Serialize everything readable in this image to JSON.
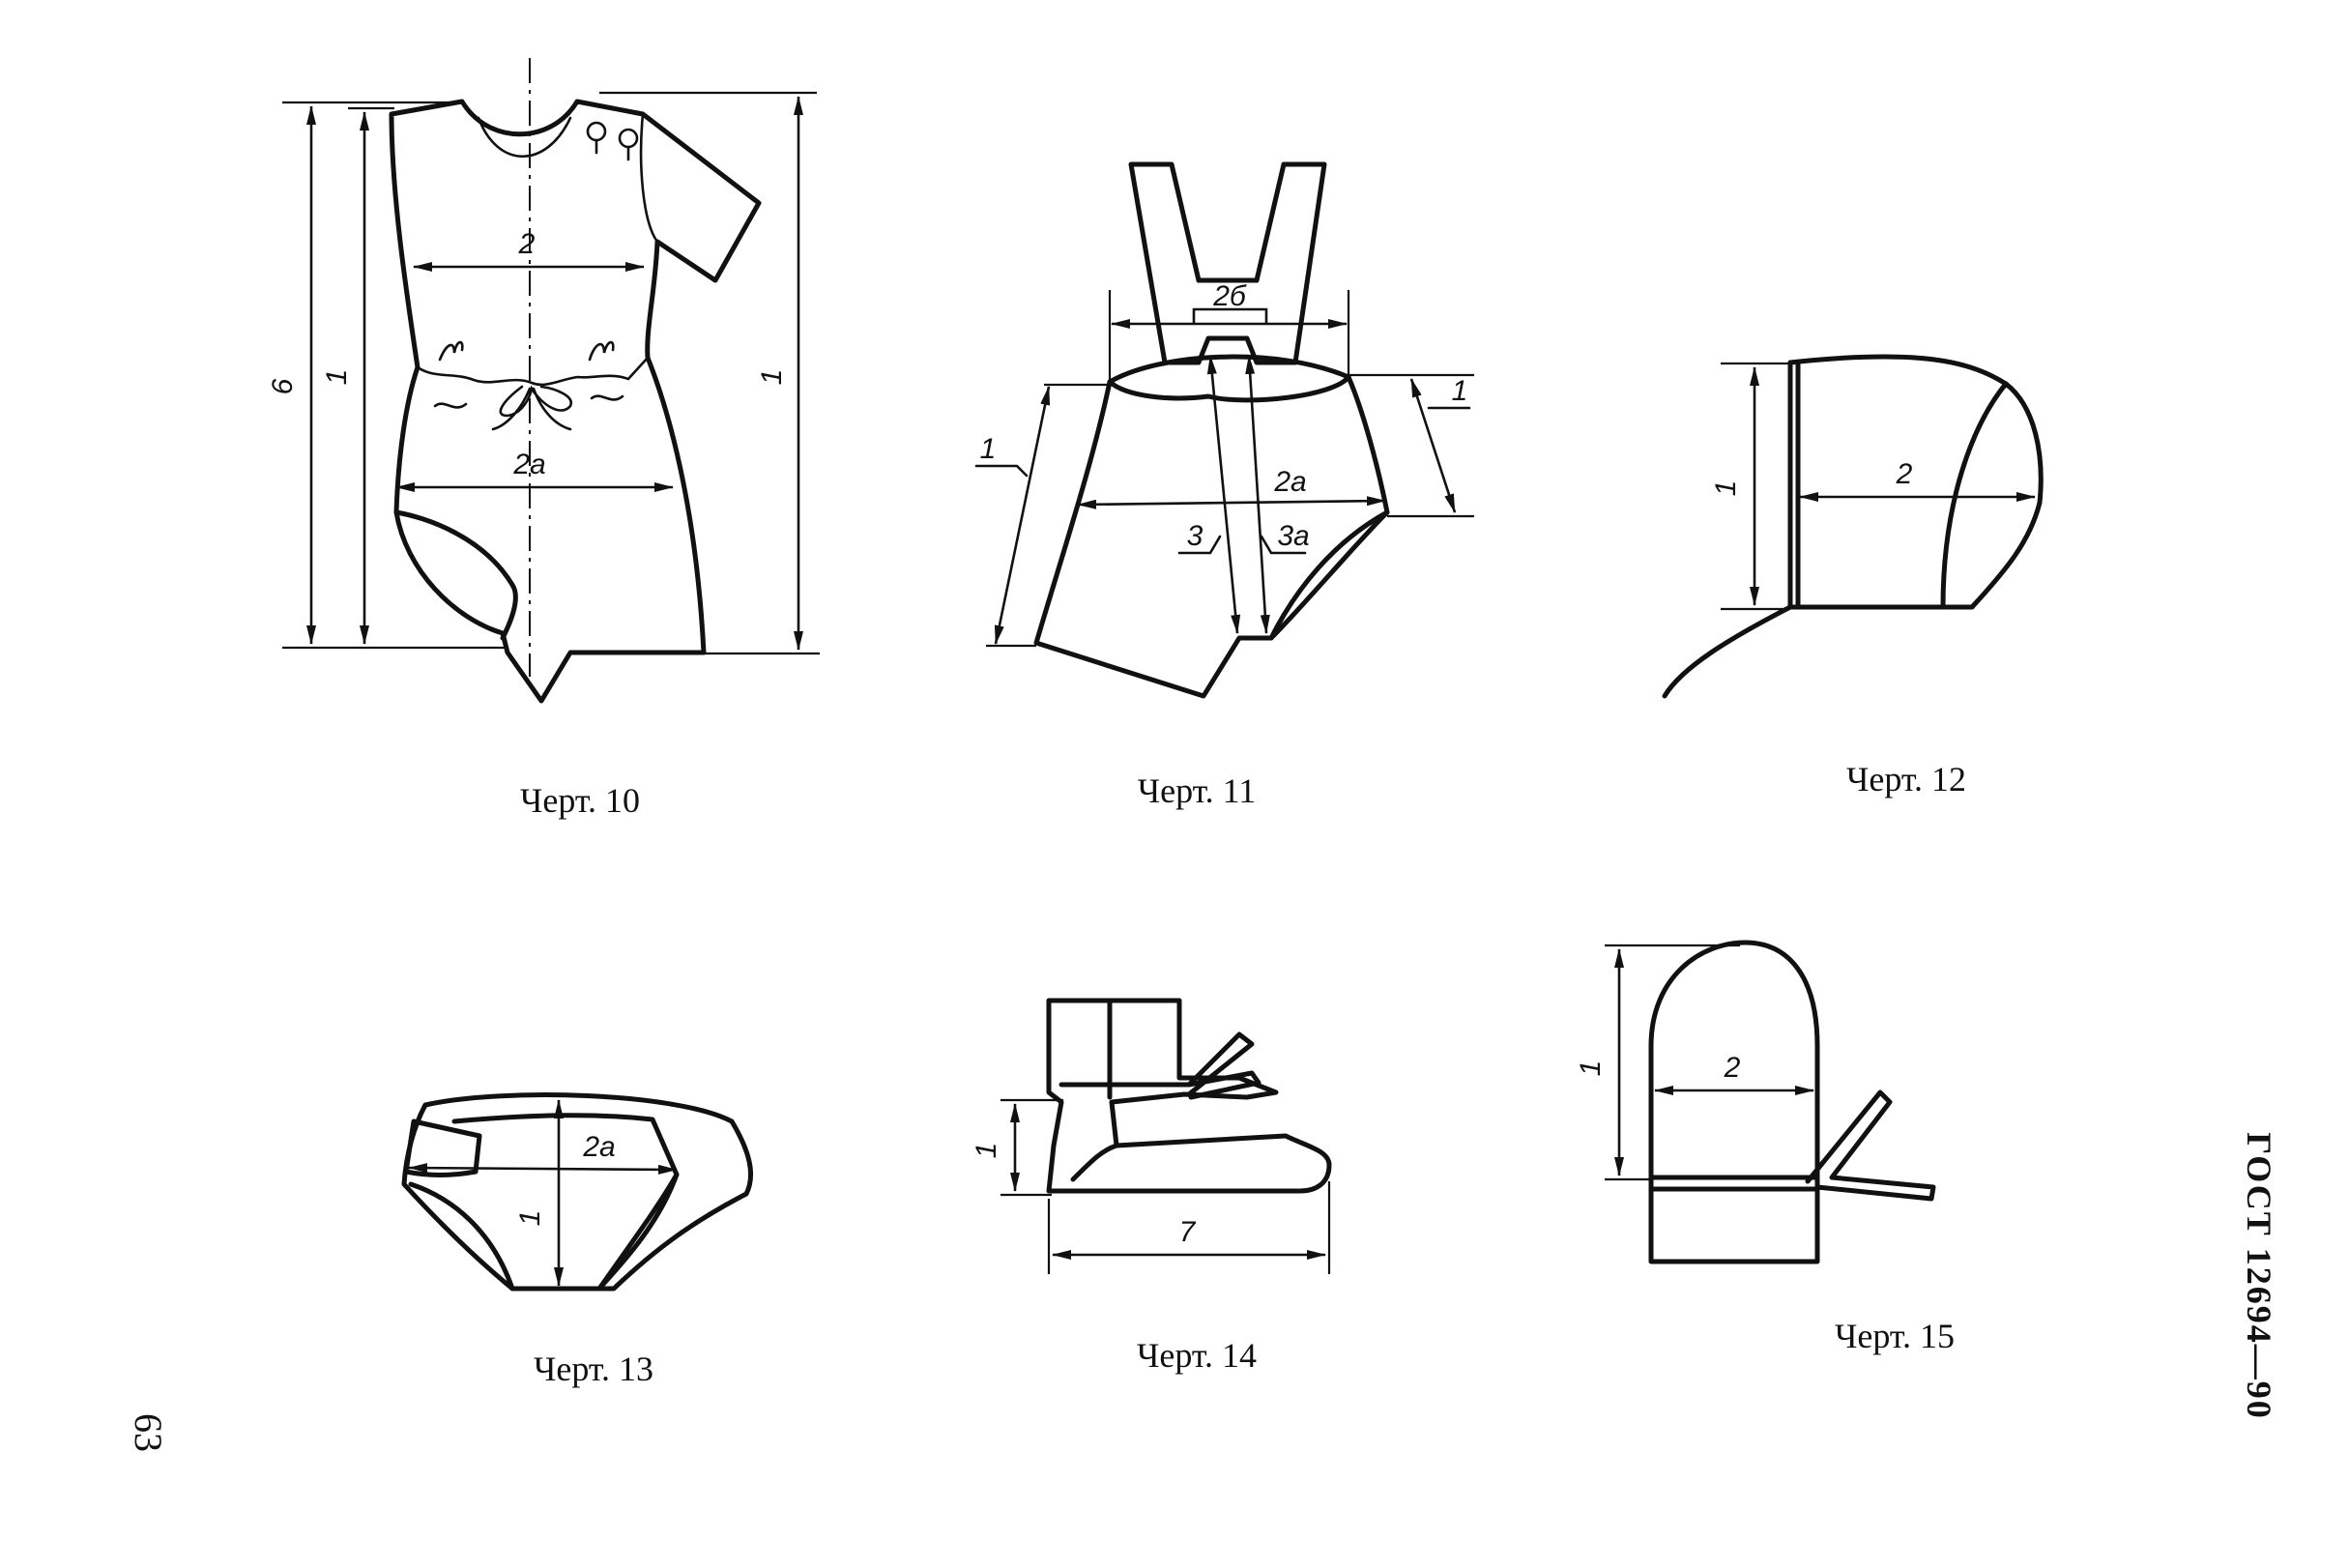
{
  "drawings": {
    "fig10": {
      "caption": "Черт. 10",
      "labels": {
        "d6": "6",
        "d1": "1",
        "d2": "2",
        "d2a": "2а",
        "d1r": "1"
      }
    },
    "fig11": {
      "caption": "Черт. 11",
      "labels": {
        "d2b": "2б",
        "d1l": "1",
        "d1r": "1",
        "d2a": "2а",
        "d3": "3",
        "d3a": "3а"
      }
    },
    "fig12": {
      "caption": "Черт. 12",
      "labels": {
        "d1": "1",
        "d2": "2"
      }
    },
    "fig13": {
      "caption": "Черт. 13",
      "labels": {
        "d2a": "2а",
        "d1": "1"
      }
    },
    "fig14": {
      "caption": "Черт. 14",
      "labels": {
        "d1": "1",
        "d7": "7"
      }
    },
    "fig15": {
      "caption": "Черт. 15",
      "labels": {
        "d1": "1",
        "d2": "2"
      }
    }
  },
  "page_number": "63",
  "standard": "ГОСТ 12694—90"
}
